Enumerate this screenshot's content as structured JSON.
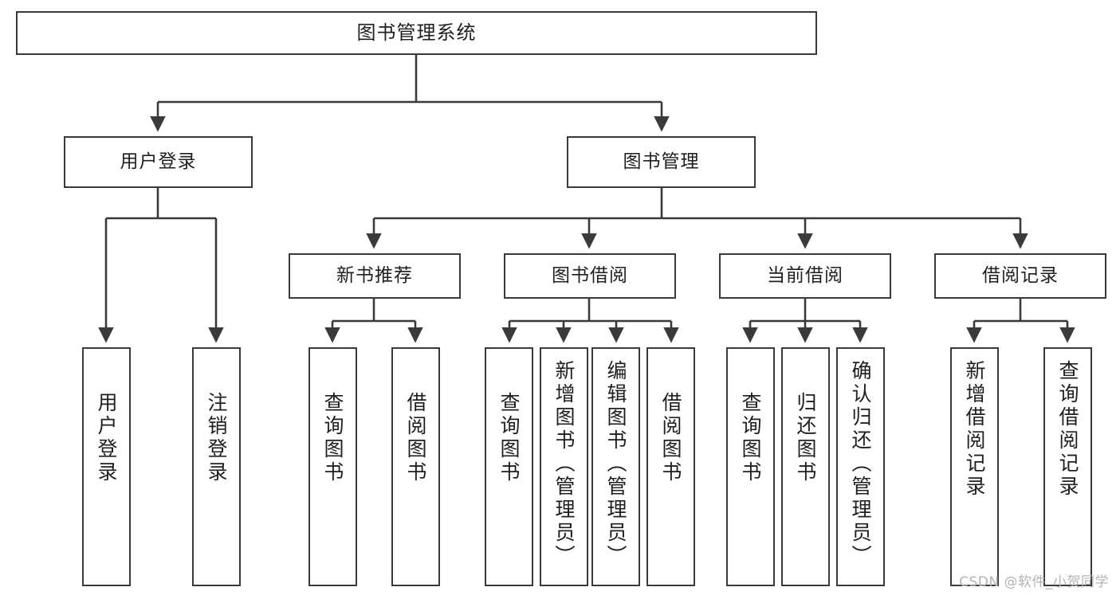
{
  "diagram": {
    "title": "图书管理系统",
    "type": "tree-hierarchy",
    "root": {
      "label": "图书管理系统"
    },
    "level2": [
      {
        "label": "用户登录"
      },
      {
        "label": "图书管理"
      }
    ],
    "level3": [
      {
        "label": "新书推荐"
      },
      {
        "label": "图书借阅"
      },
      {
        "label": "当前借阅"
      },
      {
        "label": "借阅记录"
      }
    ],
    "leaves": {
      "user_login": [
        {
          "label": "用户登录"
        },
        {
          "label": "注销登录"
        }
      ],
      "new_book_recommend": [
        {
          "label": "查询图书"
        },
        {
          "label": "借阅图书"
        }
      ],
      "book_borrow": [
        {
          "label": "查询图书"
        },
        {
          "label": "新增图书（管理员）"
        },
        {
          "label": "编辑图书（管理员）"
        },
        {
          "label": "借阅图书"
        }
      ],
      "current_borrow": [
        {
          "label": "查询图书"
        },
        {
          "label": "归还图书"
        },
        {
          "label": "确认归还（管理员）"
        }
      ],
      "borrow_record": [
        {
          "label": "新增借阅记录"
        },
        {
          "label": "查询借阅记录"
        }
      ]
    }
  },
  "watermark": {
    "text": "CSDN @软件_小贺同学"
  },
  "colors": {
    "background": "#ffffff",
    "border": "#3a3a3a",
    "text": "#1f1f1f",
    "edge": "#3a3a3a",
    "watermark": "#b3b3b3"
  }
}
